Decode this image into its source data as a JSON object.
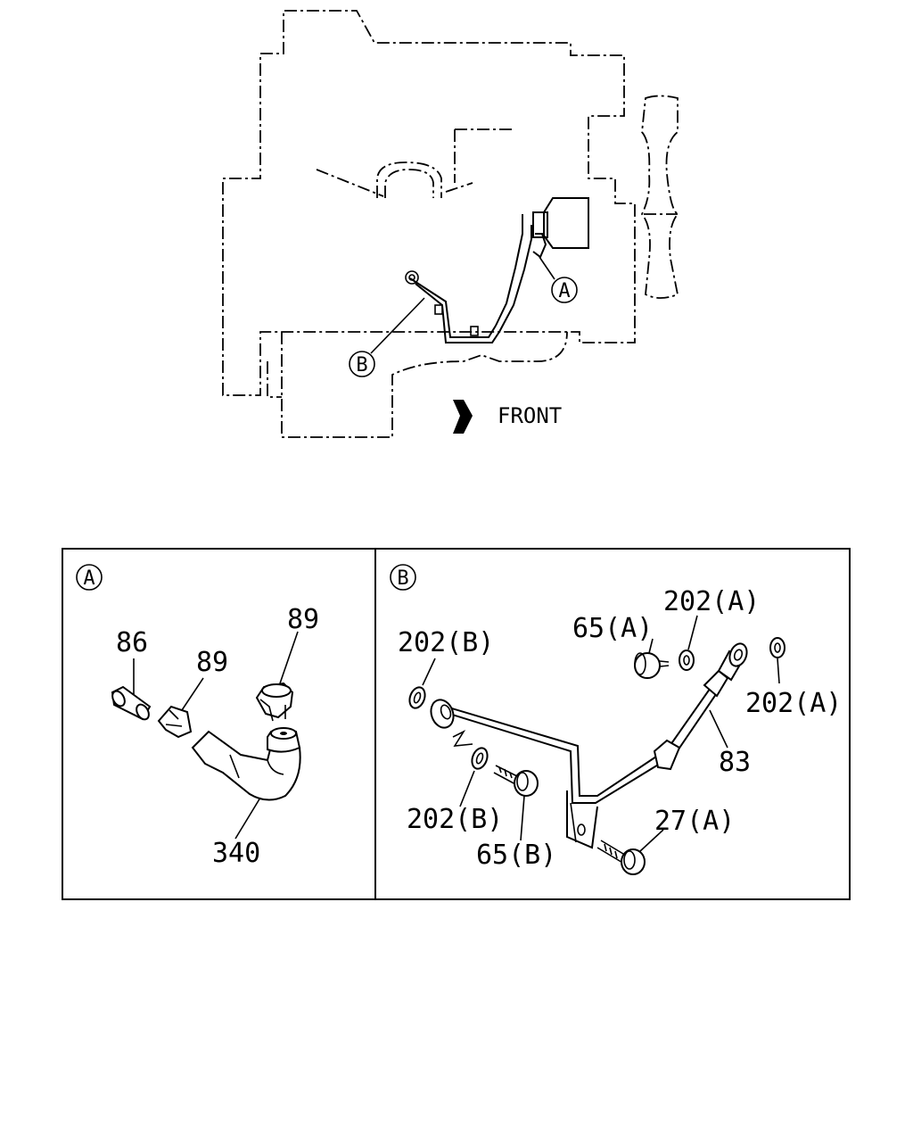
{
  "overview": {
    "front_label": "FRONT",
    "callout_a": "A",
    "callout_b": "B"
  },
  "panel_a": {
    "header": "A",
    "parts": {
      "p86": "86",
      "p89_left": "89",
      "p89_right": "89",
      "p340": "340"
    }
  },
  "panel_b": {
    "header": "B",
    "parts": {
      "p202b_top": "202(B)",
      "p65a": "65(A)",
      "p202a_top": "202(A)",
      "p202a_right": "202(A)",
      "p83": "83",
      "p202b_bottom": "202(B)",
      "p65b": "65(B)",
      "p27a": "27(A)"
    }
  }
}
